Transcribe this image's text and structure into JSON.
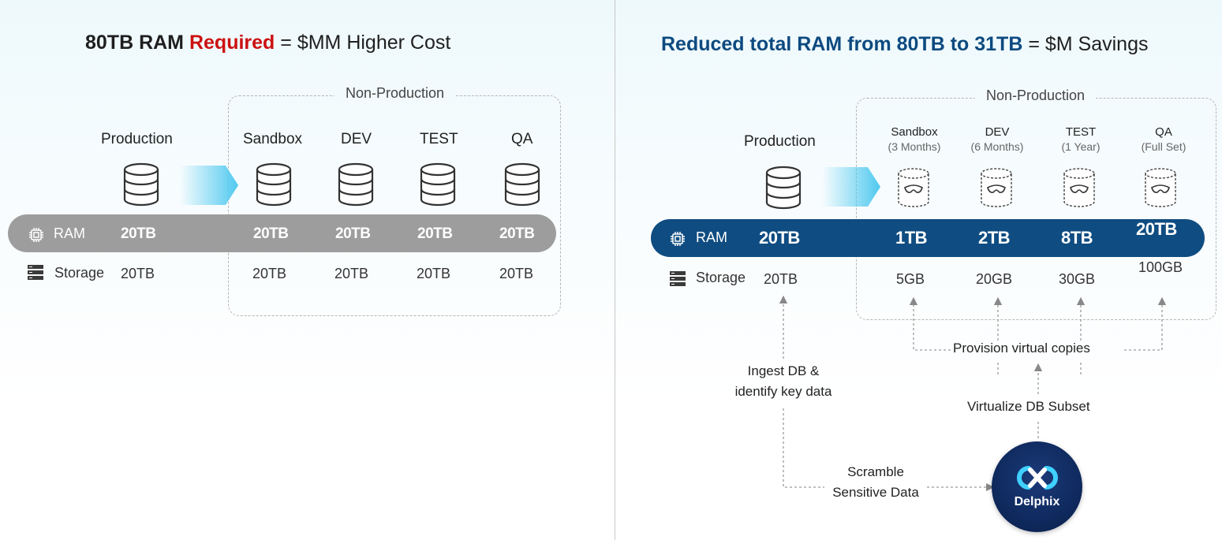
{
  "left": {
    "title_bold": "80TB RAM",
    "title_red": "Required",
    "title_rest": " = $MM Higher Cost",
    "non_production": "Non-Production",
    "production": "Production",
    "envs": [
      "Sandbox",
      "DEV",
      "TEST",
      "QA"
    ],
    "ram_label": "RAM",
    "storage_label": "Storage",
    "ram_values": [
      "20TB",
      "20TB",
      "20TB",
      "20TB",
      "20TB"
    ],
    "storage_values": [
      "20TB",
      "20TB",
      "20TB",
      "20TB",
      "20TB"
    ]
  },
  "right": {
    "title_blue": "Reduced total RAM from 80TB to 31TB",
    "title_rest": " = $M Savings",
    "non_production": "Non-Production",
    "production": "Production",
    "envs": [
      {
        "name": "Sandbox",
        "retention": "(3 Months)"
      },
      {
        "name": "DEV",
        "retention": "(6 Months)"
      },
      {
        "name": "TEST",
        "retention": "(1 Year)"
      },
      {
        "name": "QA",
        "retention": "(Full Set)"
      }
    ],
    "ram_label": "RAM",
    "storage_label": "Storage",
    "ram_values": [
      "20TB",
      "1TB",
      "2TB",
      "8TB",
      "20TB"
    ],
    "storage_values": [
      "20TB",
      "5GB",
      "20GB",
      "30GB",
      "100GB"
    ],
    "provision": "Provision virtual copies",
    "ingest_line1": "Ingest DB &",
    "ingest_line2": "identify key data",
    "virtualize": "Virtualize DB Subset",
    "scramble_line1": "Scramble",
    "scramble_line2": "Sensitive Data",
    "logo_text": "Delphix"
  },
  "colors": {
    "required_red": "#cc1111",
    "title_blue": "#0d4a80",
    "ram_band_gray": "#9d9d9d",
    "ram_band_blue": "#0f4c81",
    "arrow_cyan": "#4fc9ef"
  }
}
